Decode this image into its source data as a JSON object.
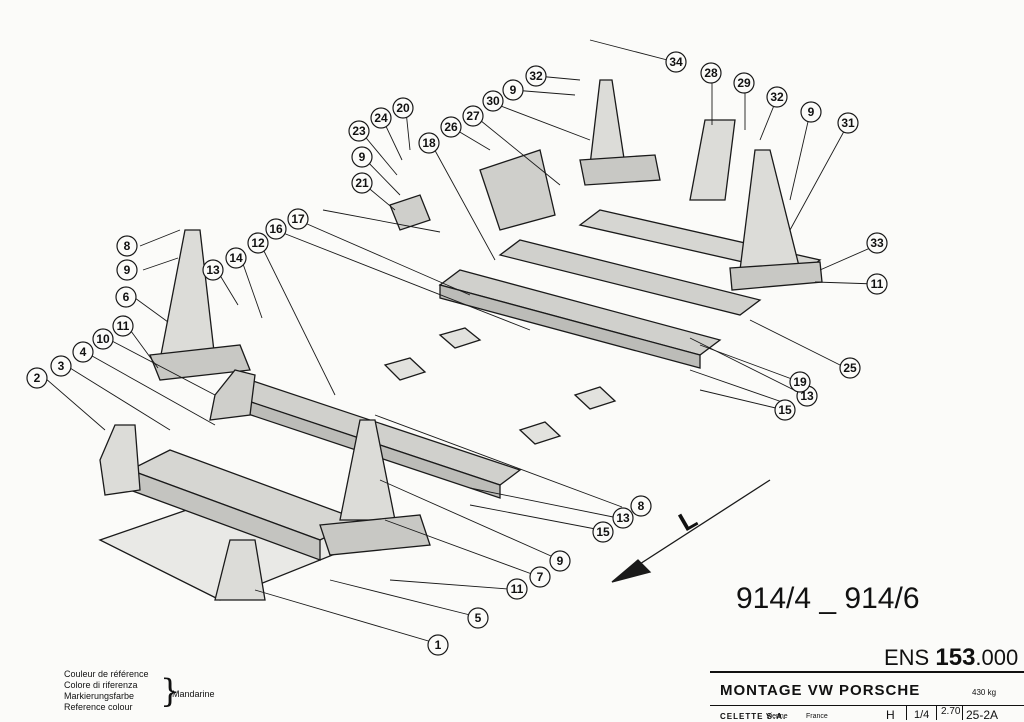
{
  "drawing": {
    "callouts": [
      "1",
      "2",
      "3",
      "4",
      "5",
      "6",
      "7",
      "8",
      "9",
      "10",
      "11",
      "12",
      "13",
      "14",
      "15",
      "16",
      "17",
      "18",
      "19",
      "20",
      "21",
      "23",
      "24",
      "25",
      "26",
      "27",
      "28",
      "29",
      "30",
      "31",
      "32",
      "33",
      "34"
    ],
    "direction_label": "L"
  },
  "model_label": "914/4 _ 914/6",
  "ens": {
    "prefix": "ENS",
    "number": "153",
    "suffix": ".000"
  },
  "legend": {
    "lines": [
      "Couleur de référence",
      "Colore di riferenza",
      "Markierungsfarbe",
      "Reference colour"
    ],
    "colour": "Mandarine"
  },
  "title_block": {
    "title": "MONTAGE  VW  PORSCHE",
    "mass": "430 kg",
    "company": "CELETTE S.A.",
    "city": "Vienne",
    "country": "France",
    "symbol": "H",
    "fraction": "1/4",
    "number": "2.70",
    "reference": "25-2A"
  }
}
